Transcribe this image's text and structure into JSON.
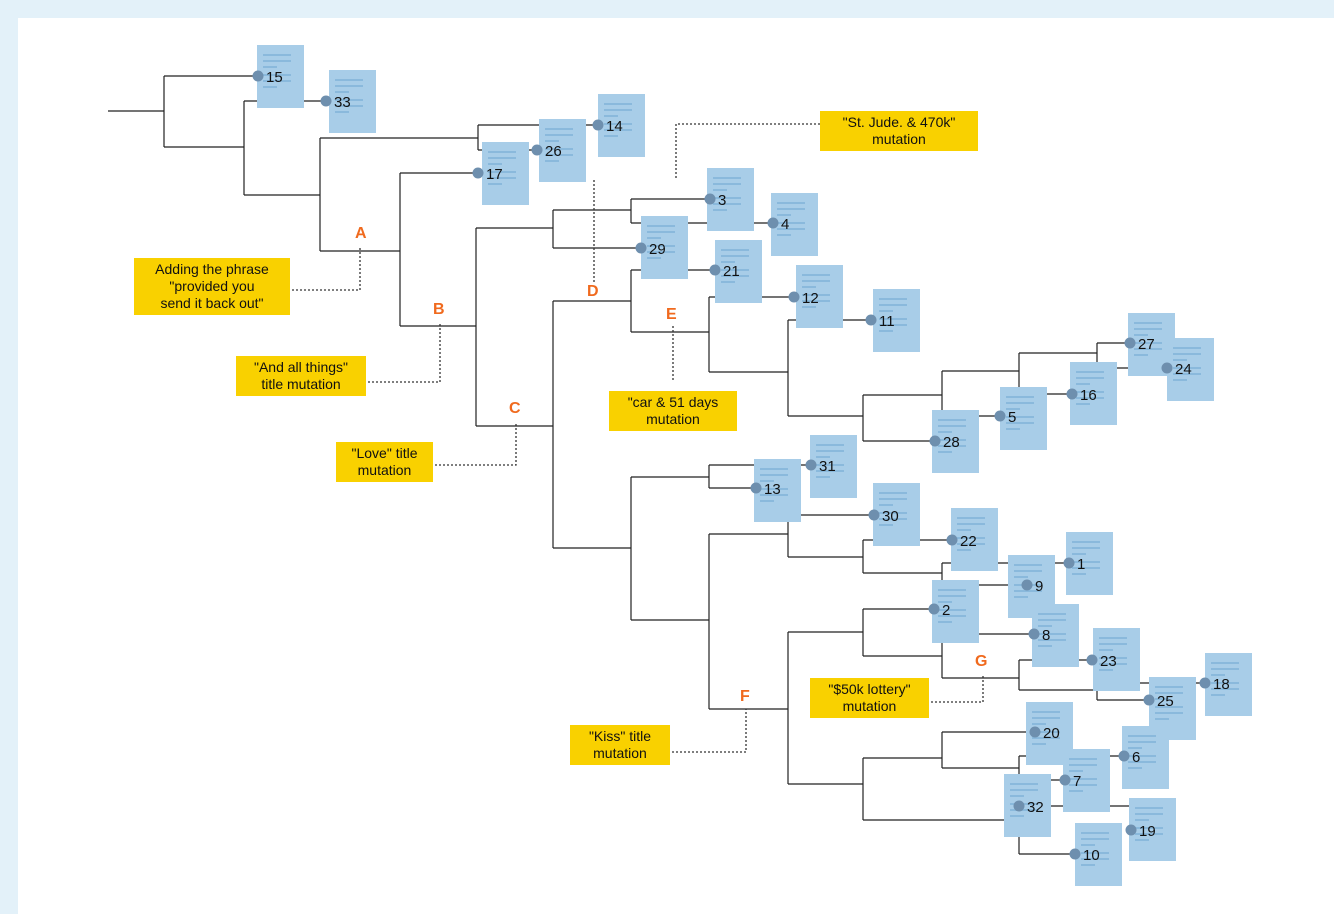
{
  "leaves": [
    {
      "id": "15",
      "label": "15"
    },
    {
      "id": "33",
      "label": "33"
    },
    {
      "id": "14",
      "label": "14"
    },
    {
      "id": "26",
      "label": "26"
    },
    {
      "id": "17",
      "label": "17"
    },
    {
      "id": "3",
      "label": "3"
    },
    {
      "id": "4",
      "label": "4"
    },
    {
      "id": "29",
      "label": "29"
    },
    {
      "id": "21",
      "label": "21"
    },
    {
      "id": "12",
      "label": "12"
    },
    {
      "id": "11",
      "label": "11"
    },
    {
      "id": "27",
      "label": "27"
    },
    {
      "id": "24",
      "label": "24"
    },
    {
      "id": "16",
      "label": "16"
    },
    {
      "id": "5",
      "label": "5"
    },
    {
      "id": "28",
      "label": "28"
    },
    {
      "id": "31",
      "label": "31"
    },
    {
      "id": "13",
      "label": "13"
    },
    {
      "id": "30",
      "label": "30"
    },
    {
      "id": "22",
      "label": "22"
    },
    {
      "id": "1",
      "label": "1"
    },
    {
      "id": "9",
      "label": "9"
    },
    {
      "id": "2",
      "label": "2"
    },
    {
      "id": "8",
      "label": "8"
    },
    {
      "id": "23",
      "label": "23"
    },
    {
      "id": "18",
      "label": "18"
    },
    {
      "id": "25",
      "label": "25"
    },
    {
      "id": "20",
      "label": "20"
    },
    {
      "id": "6",
      "label": "6"
    },
    {
      "id": "7",
      "label": "7"
    },
    {
      "id": "32",
      "label": "32"
    },
    {
      "id": "19",
      "label": "19"
    },
    {
      "id": "10",
      "label": "10"
    }
  ],
  "mutation_nodes": [
    {
      "id": "A",
      "label": "A"
    },
    {
      "id": "B",
      "label": "B"
    },
    {
      "id": "C",
      "label": "C"
    },
    {
      "id": "D",
      "label": "D"
    },
    {
      "id": "E",
      "label": "E"
    },
    {
      "id": "F",
      "label": "F"
    },
    {
      "id": "G",
      "label": "G"
    }
  ],
  "callouts": {
    "A": [
      "Adding the phrase",
      "\"provided you",
      "send it back out\""
    ],
    "B": [
      "\"And all things\"",
      "title mutation"
    ],
    "C": [
      "\"Love\" title",
      "mutation"
    ],
    "D": [
      "\"St. Jude. & 470k\"",
      "mutation"
    ],
    "E": [
      "\"car & 51 days",
      "mutation"
    ],
    "F": [
      "\"Kiss\" title",
      "mutation"
    ],
    "G": [
      "\"$50k lottery\"",
      "mutation"
    ]
  },
  "colors": {
    "background": "#e3f1f9",
    "card": "#a8cde8",
    "dot": "#6e8fae",
    "callout": "#f9d100",
    "node_letter": "#f06a1e"
  }
}
